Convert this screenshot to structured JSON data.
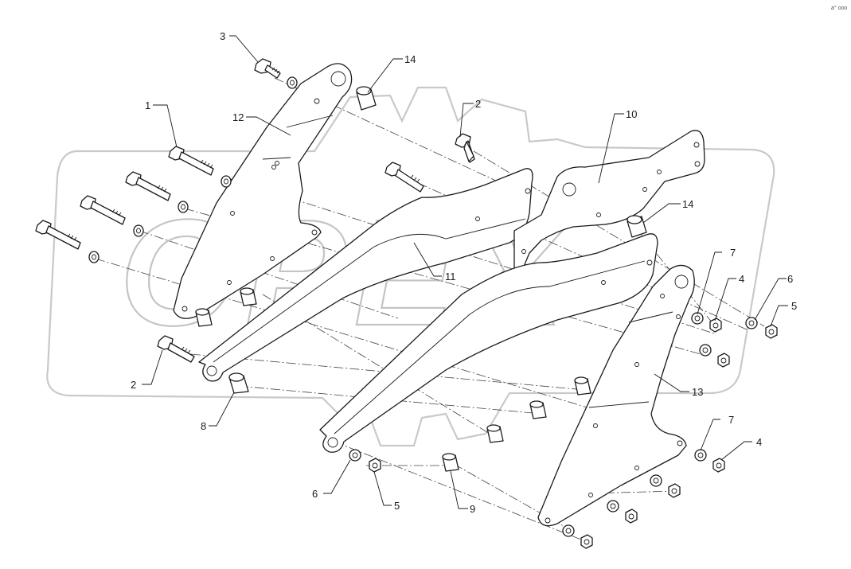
{
  "diagram": {
    "callouts": {
      "c1": "1",
      "c2a": "2",
      "c2b": "2",
      "c3": "3",
      "c4a": "4",
      "c4b": "4",
      "c5a": "5",
      "c5b": "5",
      "c6a": "6",
      "c6b": "6",
      "c7a": "7",
      "c7b": "7",
      "c8": "8",
      "c9": "9",
      "c10": "10",
      "c11": "11",
      "c12": "12",
      "c13": "13",
      "c14a": "14",
      "c14b": "14"
    },
    "watermark": {
      "text": "OPEX",
      "color": "#c4c4c4"
    },
    "corner_mark": "a° ooo",
    "colors": {
      "line": "#1a1a1a",
      "watermark": "#c9c9c9"
    }
  }
}
